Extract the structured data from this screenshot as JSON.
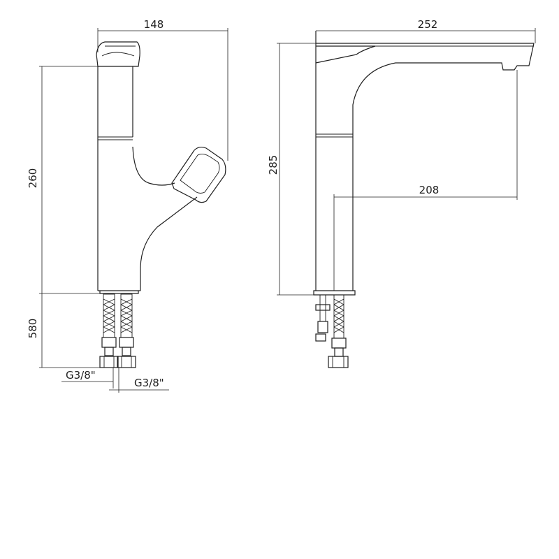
{
  "diagram": {
    "front_view": {
      "dim_width": "148",
      "dim_body_height": "260",
      "dim_hose_length": "580",
      "dim_thread_left": "G3/8\"",
      "dim_thread_right": "G3/8\""
    },
    "side_view": {
      "dim_spout_length": "252",
      "dim_height": "285",
      "dim_reach": "208"
    }
  },
  "colors": {
    "line": "#1f1f1f",
    "background": "#ffffff"
  }
}
